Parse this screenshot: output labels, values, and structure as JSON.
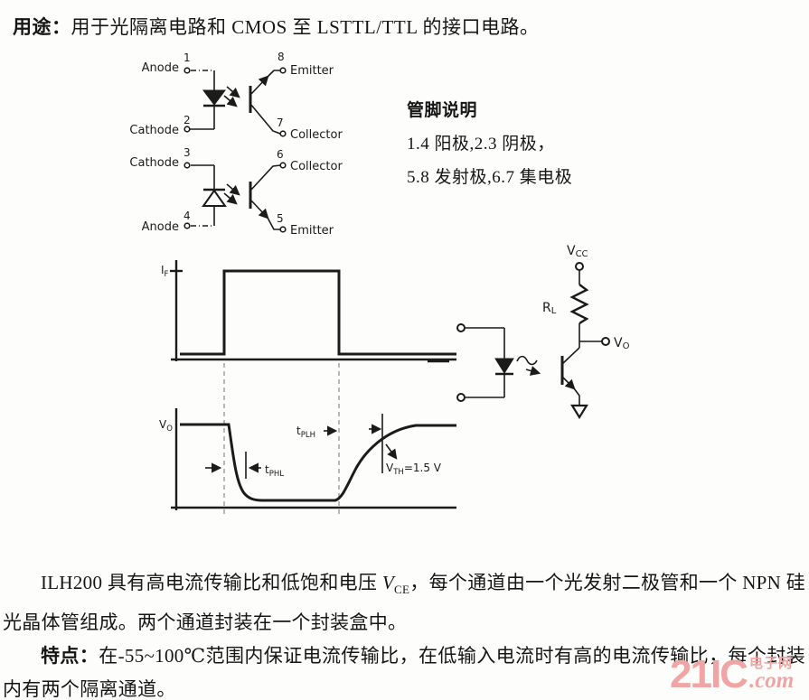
{
  "header": {
    "lead": "用途：",
    "text": "用于光隔离电路和 CMOS 至 LSTTL/TTL 的接口电路。"
  },
  "schematic": {
    "ch1": {
      "anode": "Anode",
      "pin1": "1",
      "cathode": "Cathode",
      "pin2": "2",
      "emitter": "Emitter",
      "pin8": "8",
      "collector": "Collector",
      "pin7": "7"
    },
    "ch2": {
      "cathode": "Cathode",
      "pin3": "3",
      "anode": "Anode",
      "pin4": "4",
      "collector": "Collector",
      "pin6": "6",
      "emitter": "Emitter",
      "pin5": "5"
    }
  },
  "pin_notes": {
    "title": "管脚说明",
    "line1": "1.4 阳极,2.3 阴极，",
    "line2": "5.8 发射极,6.7 集电极"
  },
  "timing": {
    "if_main": "I",
    "if_sub": "F",
    "vo_main": "V",
    "vo_sub": "O",
    "tphl_main": "t",
    "tphl_sub": "PHL",
    "tplh_main": "t",
    "tplh_sub": "PLH",
    "vth_main": "V",
    "vth_sub": "TH",
    "vth_value": "=1.5 V"
  },
  "circuit": {
    "vcc_main": "V",
    "vcc_sub": "CC",
    "rl_main": "R",
    "rl_sub": "L",
    "vo_main": "V",
    "vo_sub": "O"
  },
  "para1": {
    "before": "ILH200 具有高电流传输比和低饱和电压 ",
    "vce_main": "V",
    "vce_sub": "CE",
    "after": "，每个通道由一个光发射二极管和一个 NPN 硅光晶体管组成。两个通道封装在一个封装盒中。"
  },
  "para2": {
    "lead": "特点：",
    "text": "在-55~100℃范围内保证电流传输比，在低输入电流时有高的电流传输比，每个封装内有两个隔离通道。"
  },
  "watermark": {
    "big": "21IC",
    "cn": "电子网",
    "com": ".com"
  }
}
